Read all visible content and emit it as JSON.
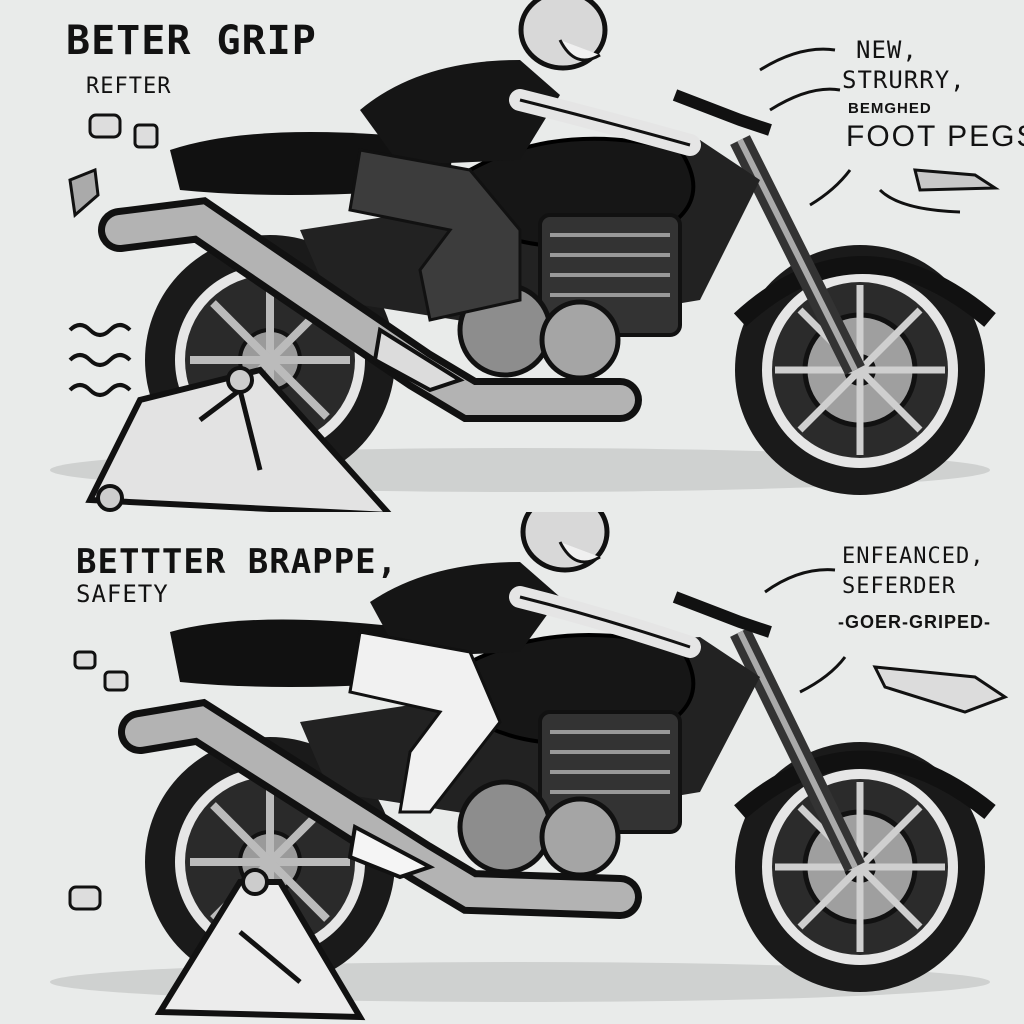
{
  "top_panel": {
    "heading": "BETER GRIP",
    "subheading": "REFTER",
    "callout_line1": "NEW,",
    "callout_line2": "STRURRY,",
    "callout_line3": "BEMGHED",
    "callout_line4": "FOOT PEGS"
  },
  "bottom_panel": {
    "heading": "BETTTER BRAPPE,",
    "subheading": "SAFETY",
    "callout_line1": "ENFEANCED,",
    "callout_line2": "SEFERDER",
    "callout_line3": "-GOER-GRIPED-"
  },
  "colors": {
    "ink": "#121212",
    "paper": "#e9ebea",
    "tank": "#1b1b1b",
    "chrome": "#a9a9a9"
  },
  "icons": [
    "helmet-icon",
    "motorcycle-icon",
    "stand-icon",
    "bolt-icon",
    "spring-icon",
    "foot-peg-icon",
    "arrow-icon"
  ]
}
